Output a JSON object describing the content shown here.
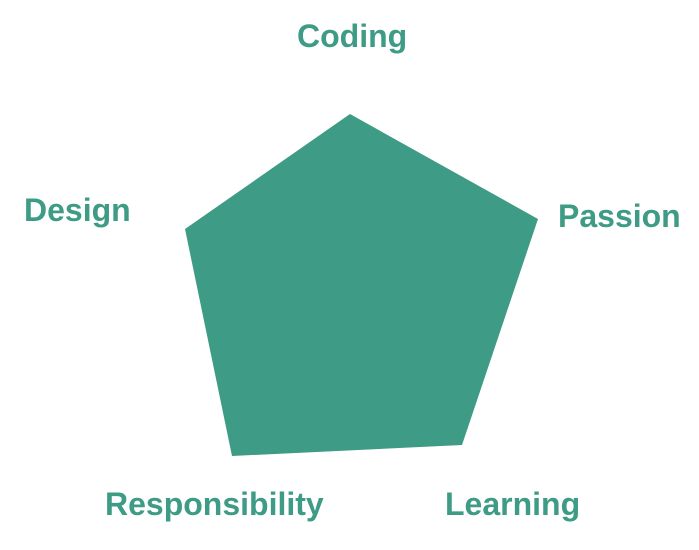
{
  "diagram": {
    "accent_color": "#3e9b85",
    "shape": "pentagon",
    "labels": {
      "coding": "Coding",
      "design": "Design",
      "passion": "Passion",
      "responsibility": "Responsibility",
      "learning": "Learning"
    }
  }
}
